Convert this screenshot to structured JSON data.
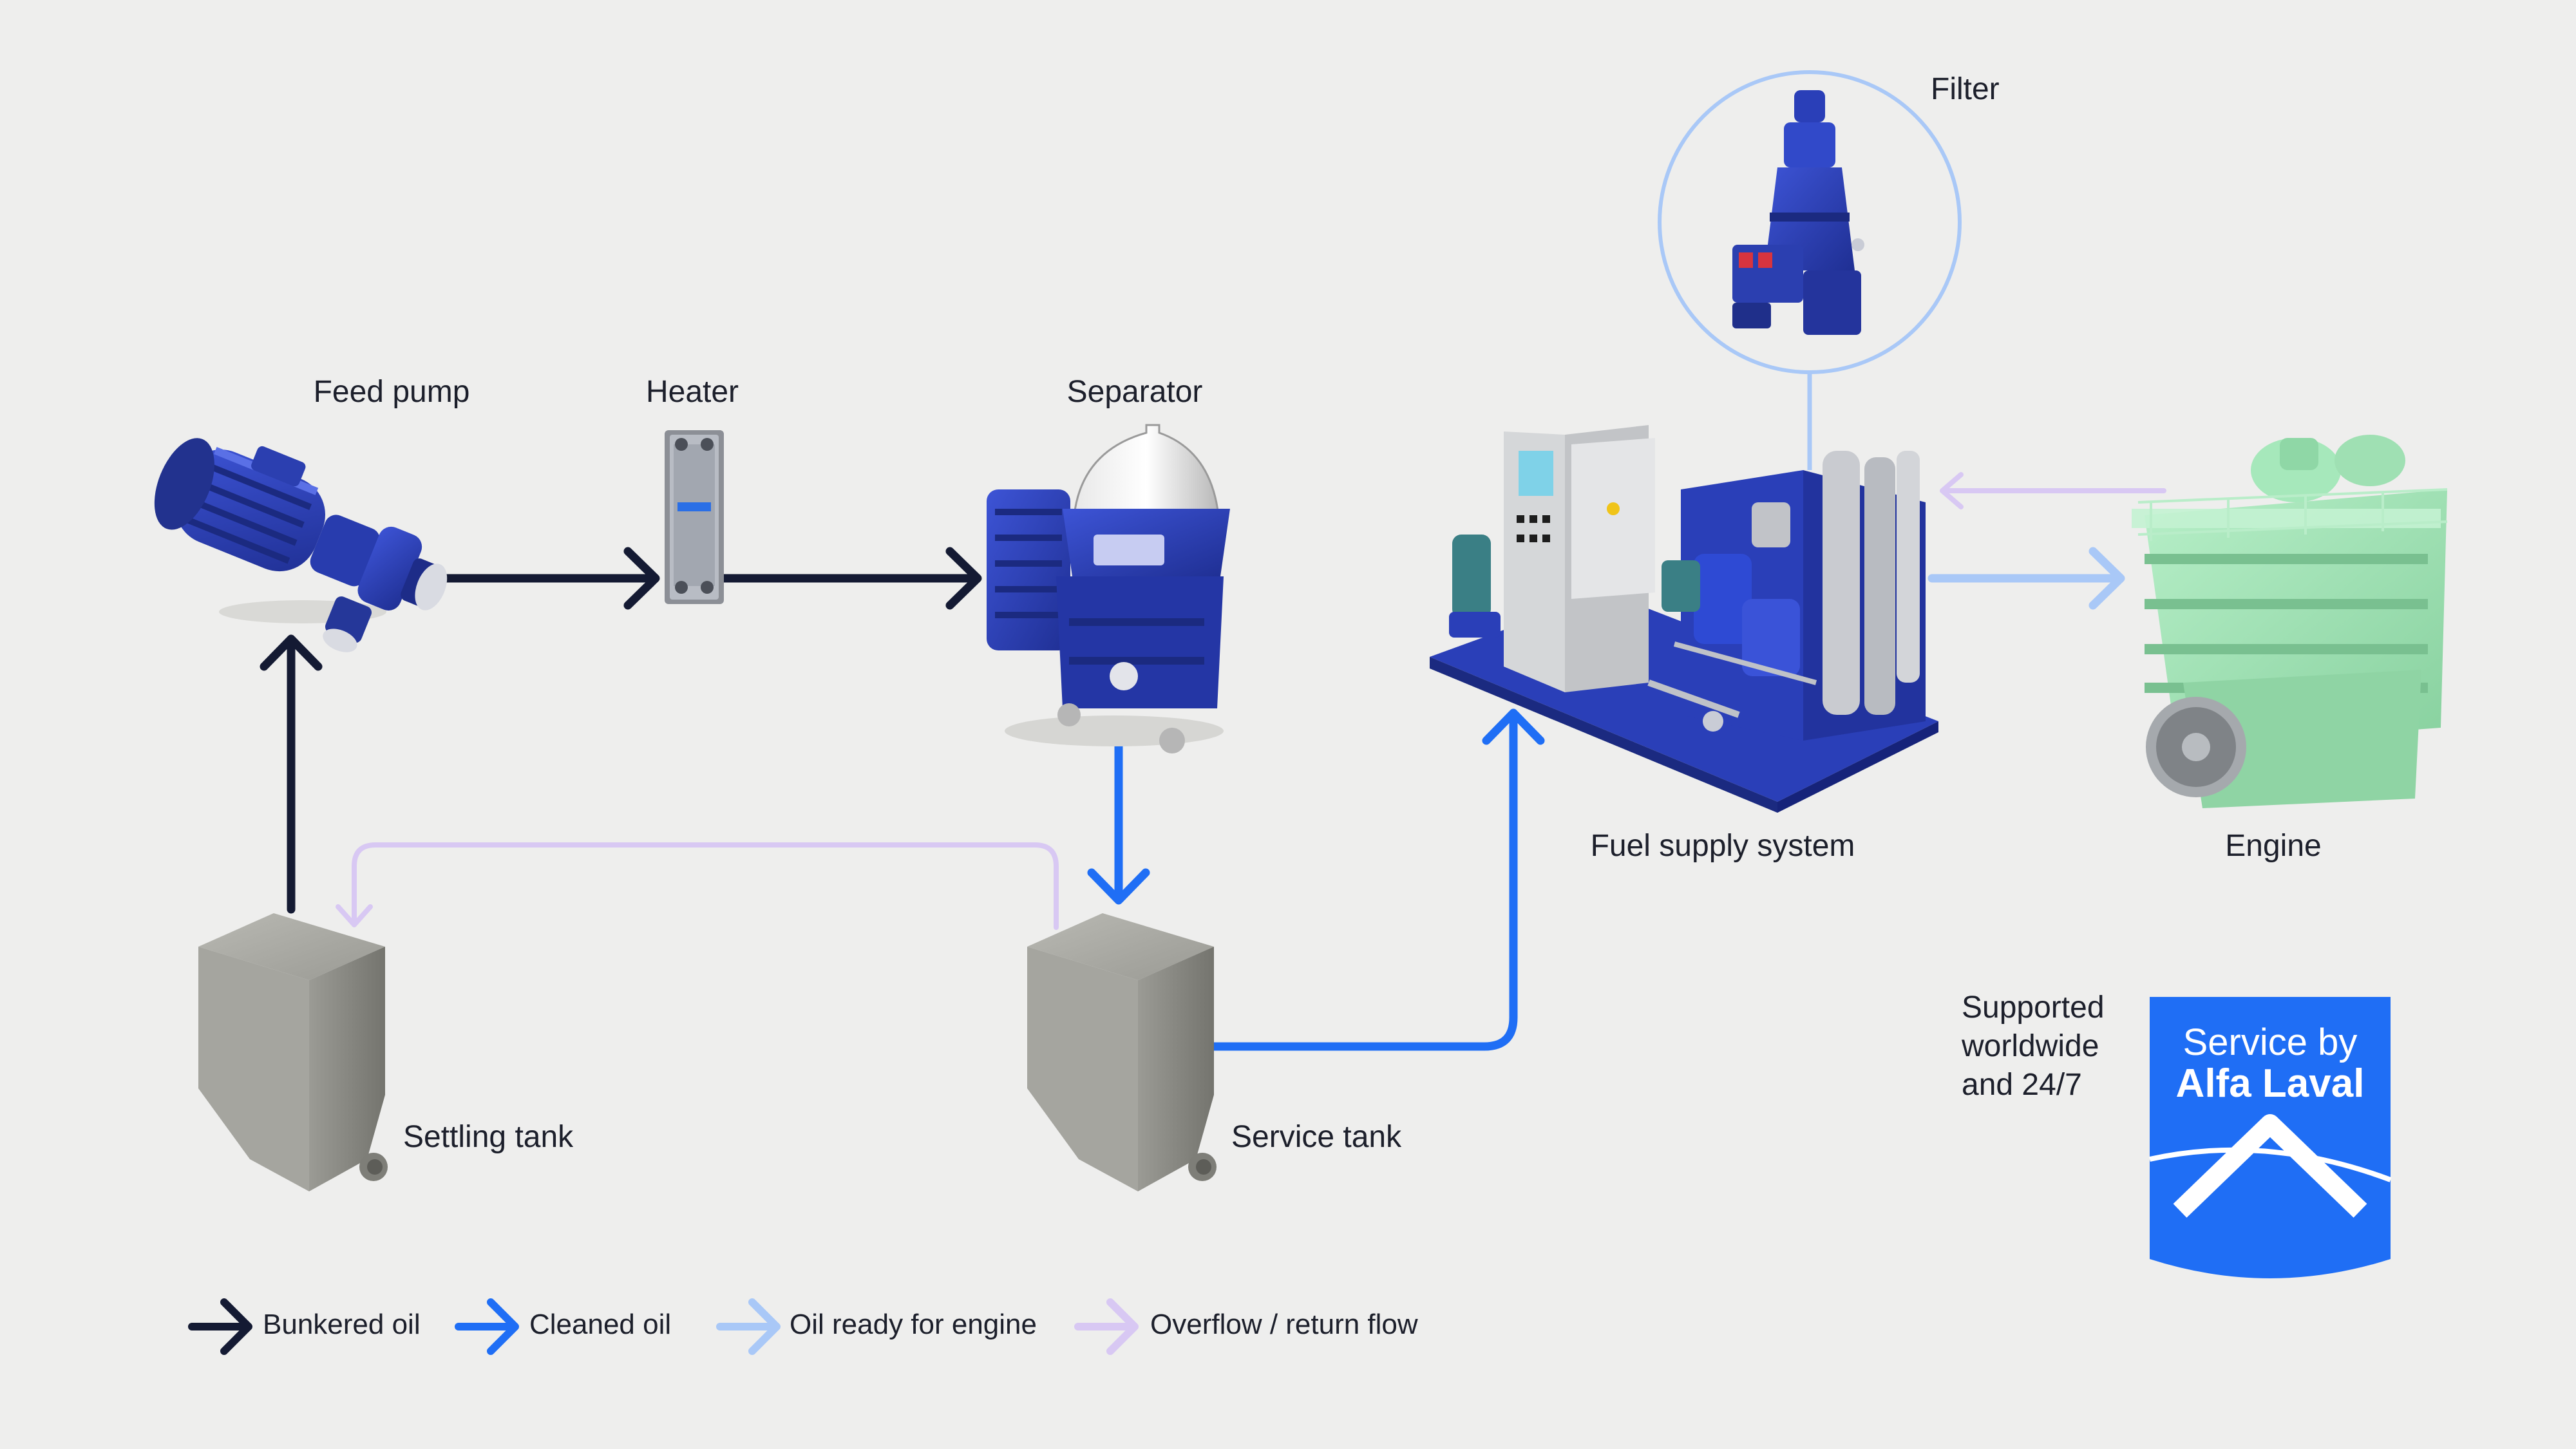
{
  "components": {
    "feed_pump": "Feed pump",
    "heater": "Heater",
    "separator": "Separator",
    "filter": "Filter",
    "fuel_supply_system": "Fuel supply system",
    "engine": "Engine",
    "settling_tank": "Settling tank",
    "service_tank": "Service tank"
  },
  "support": {
    "line1": "Supported",
    "line2": "worldwide",
    "line3": "and 24/7"
  },
  "badge": {
    "line1": "Service by",
    "line2": "Alfa Laval"
  },
  "legend": [
    {
      "label": "Bunkered oil",
      "color": "#141a33"
    },
    {
      "label": "Cleaned oil",
      "color": "#1f6ef5"
    },
    {
      "label": "Oil ready for engine",
      "color": "#a9c8f7"
    },
    {
      "label": "Overflow / return flow",
      "color": "#d8c8f3"
    }
  ],
  "colors": {
    "bunkered": "#141a33",
    "cleaned": "#1f6ef5",
    "ready": "#a9c8f7",
    "overflow": "#d8c8f3",
    "equipment_blue": "#2a3fb8",
    "engine_green": "#9fe3b4",
    "tank_grey": "#8c8c86",
    "badge_blue": "#1f6ef5"
  }
}
